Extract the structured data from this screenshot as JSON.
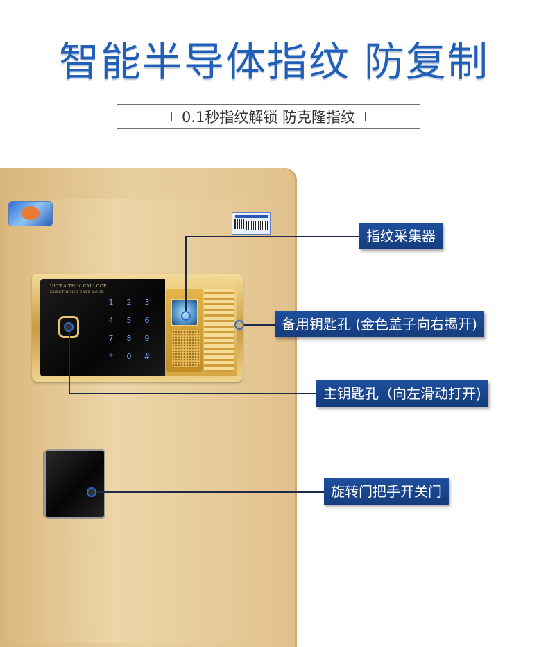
{
  "header": {
    "title_main": "智能半导体指纹",
    "title_tail": "防复制",
    "subtitle": "0.1秒指纹解锁  防克隆指纹"
  },
  "lock_panel": {
    "brand": "ULTRA THIN CALLOCK",
    "brand_sub": "ELECTRONIC SAFE LOCK",
    "keypad": [
      "1",
      "2",
      "3",
      "4",
      "5",
      "6",
      "7",
      "8",
      "9",
      "*",
      "0",
      "#"
    ]
  },
  "callouts": {
    "fingerprint": "指纹采集器",
    "backup_key": "备用钥匙孔 (金色盖子向右揭开)",
    "main_key": "主钥匙孔（向左滑动打开)",
    "handle": "旋转门把手开关门"
  },
  "colors": {
    "headline_blue": "#1f5fb8",
    "callout_blue": "#1e4f9d",
    "safe_gold": "#e9cf9f"
  }
}
